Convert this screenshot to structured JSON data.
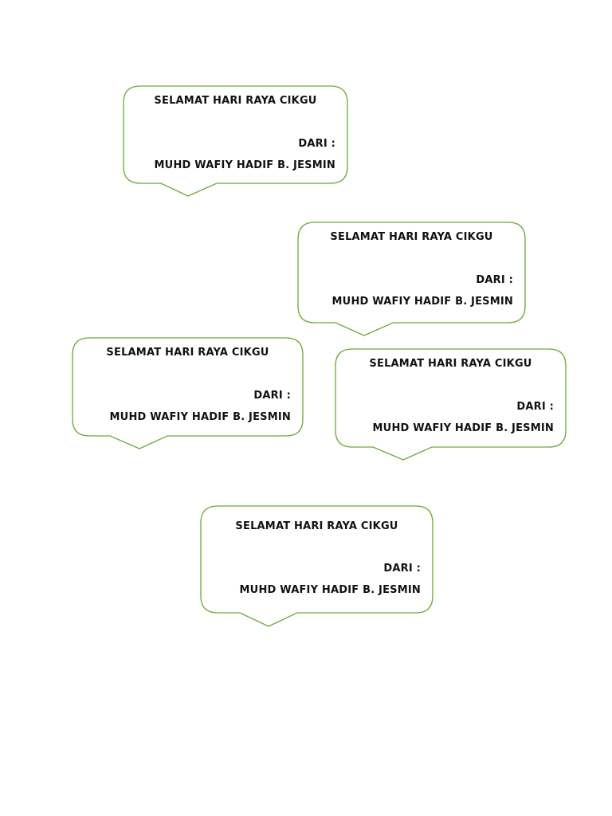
{
  "colors": {
    "bubble_outline": "#6aaa3a",
    "text": "#111111",
    "background": "#ffffff"
  },
  "cards": [
    {
      "greeting": "SELAMAT HARI RAYA CIKGU",
      "from_label": "DARI :",
      "sender": "MUHD WAFIY HADIF B. JESMIN"
    },
    {
      "greeting": "SELAMAT HARI RAYA CIKGU",
      "from_label": "DARI :",
      "sender": "MUHD WAFIY HADIF B. JESMIN"
    },
    {
      "greeting": "SELAMAT HARI RAYA CIKGU",
      "from_label": "DARI :",
      "sender": "MUHD WAFIY HADIF B. JESMIN"
    },
    {
      "greeting": "SELAMAT HARI RAYA CIKGU",
      "from_label": "DARI :",
      "sender": "MUHD WAFIY HADIF B. JESMIN"
    },
    {
      "greeting": "SELAMAT HARI RAYA CIKGU",
      "from_label": "DARI :",
      "sender": "MUHD WAFIY HADIF B. JESMIN"
    }
  ]
}
